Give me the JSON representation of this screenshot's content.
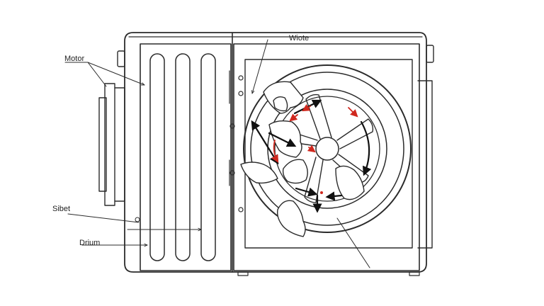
{
  "labels": {
    "motor": "Motor",
    "water": "Wiote",
    "sibet": "Sibet",
    "drum": "Drium"
  },
  "colors": {
    "outline": "#2b2b2b",
    "arrow_black": "#111111",
    "arrow_red": "#d0281e",
    "background": "#ffffff"
  }
}
